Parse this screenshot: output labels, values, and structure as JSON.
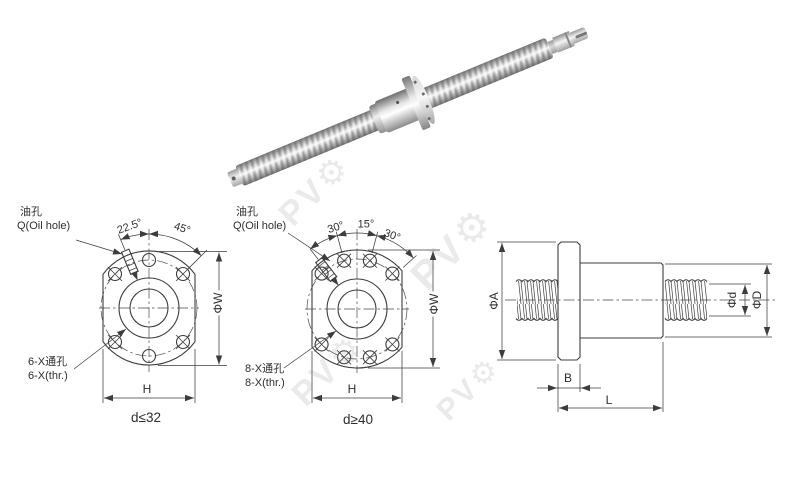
{
  "watermark": {
    "text": "PV",
    "gear_icon": "⚙"
  },
  "flange_small": {
    "oil_hole_label_zh": "油孔",
    "oil_hole_label_en": "Q(Oil hole)",
    "angle_left": "22.5°",
    "angle_right": "45°",
    "width_dim": "ΦW",
    "height_dim": "H",
    "holes_label_zh": "6-X通孔",
    "holes_label_en": "6-X(thr.)",
    "caption": "d≤32"
  },
  "flange_large": {
    "oil_hole_label_zh": "油孔",
    "oil_hole_label_en": "Q(Oil hole)",
    "angle_left": "30°",
    "angle_mid": "15°",
    "angle_right": "30°",
    "width_dim": "ΦW",
    "height_dim": "H",
    "holes_label_zh": "8-X通孔",
    "holes_label_en": "8-X(thr.)",
    "caption": "d≥40"
  },
  "side_view": {
    "flange_dia_dim": "ΦA",
    "screw_dia_dim": "Φd",
    "nut_dia_dim": "ΦD",
    "flange_width_dim": "B",
    "nut_length_dim": "L"
  },
  "colors": {
    "line": "#3d3d3d",
    "background": "#ffffff",
    "watermark": "#8a8a8a"
  }
}
